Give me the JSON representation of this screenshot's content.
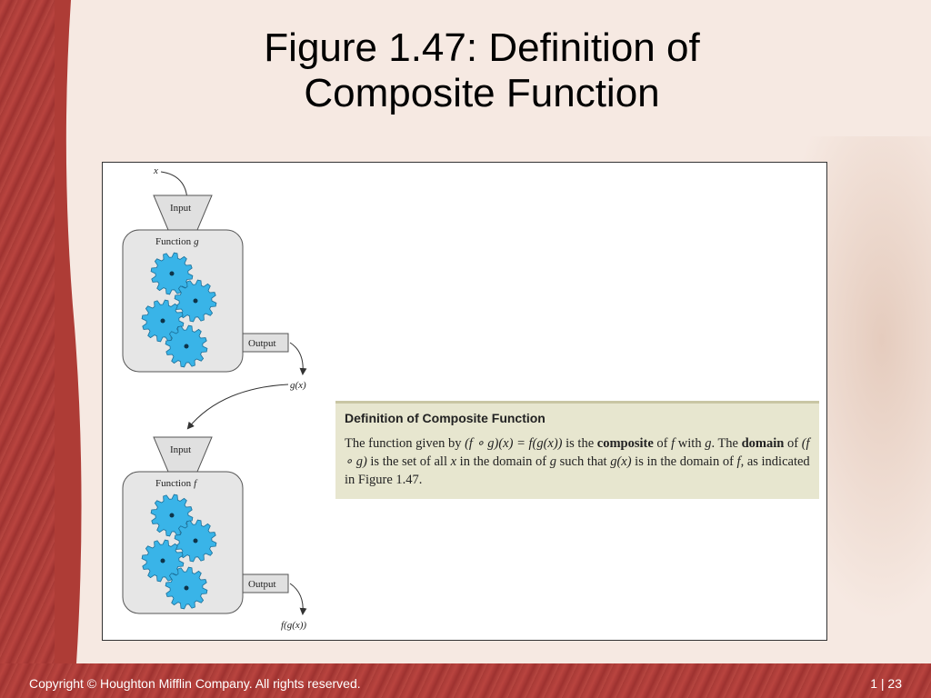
{
  "slide": {
    "title_line1": "Figure 1.47: Definition of",
    "title_line2": "Composite Function"
  },
  "diagram": {
    "x_label": "x",
    "input_label_1": "Input",
    "function_g_label": "Function",
    "function_g_var": "g",
    "output_label_1": "Output",
    "gx_label": "g(x)",
    "input_label_2": "Input",
    "function_f_label": "Function",
    "function_f_var": "f",
    "output_label_2": "Output",
    "fgx_label": "f(g(x))",
    "gear_color": "#39b4e8"
  },
  "definition": {
    "heading": "Definition of Composite Function",
    "t1": "The function given by ",
    "t2": "(f ∘ g)(x) = f(g(x))",
    "t3": " is the ",
    "t4": "composite",
    "t5": " of ",
    "t6": "f",
    "t7": " with ",
    "t8": "g",
    "t9": ". The ",
    "t10": "domain",
    "t11": " of ",
    "t12": "(f ∘ g)",
    "t13": " is the set of all ",
    "t14": "x",
    "t15": " in the domain of ",
    "t16": "g",
    "t17": " such that ",
    "t18": "g(x)",
    "t19": " is in the domain of ",
    "t20": "f",
    "t21": ", as indicated in Figure 1.47."
  },
  "footer": {
    "copyright": "Copyright © Houghton Mifflin Company. All rights reserved.",
    "page": "1 | 23"
  },
  "colors": {
    "border_red": "#ae3c36",
    "background_cream": "#f6e9e2",
    "definition_box": "#e7e6cf"
  }
}
